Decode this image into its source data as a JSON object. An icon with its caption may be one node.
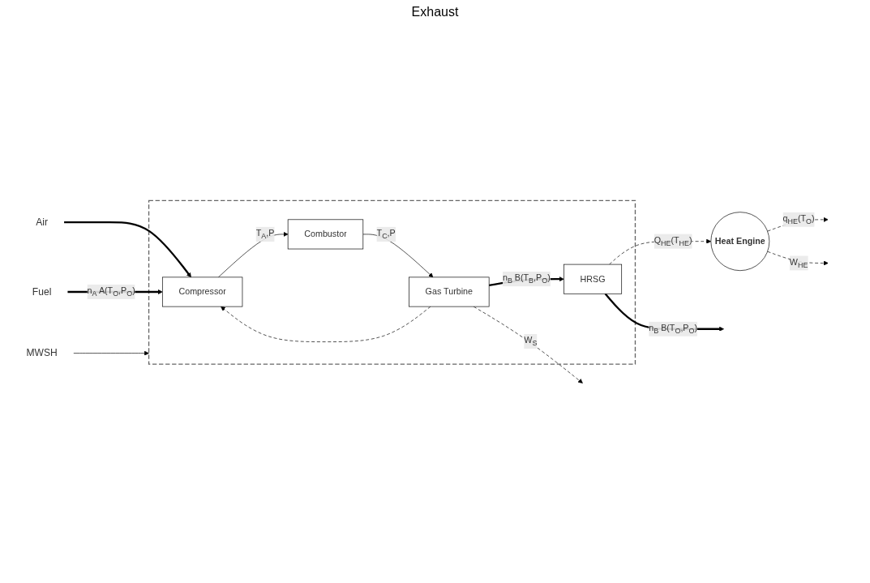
{
  "diagram": {
    "nodes": [
      {
        "text": [
          "MWSH"
        ]
      },
      {
        "text": [],
        "shape": "box"
      },
      {
        "text": [
          "Compressor"
        ],
        "in": 1
      },
      {
        "text": [
          "Combustor"
        ],
        "in": 1
      },
      {
        "text": [
          "Gas Turbine"
        ],
        "in": 1
      },
      {
        "text": [
          "HRSG"
        ],
        "in": 1
      },
      {
        "text": [
          "Heat Engine"
        ]
      },
      {
        "text": [
          "Air"
        ]
      },
      {
        "text": [
          "Fuel"
        ]
      }
    ],
    "edges": [
      {
        "from": 0,
        "to": 1,
        "arrow": "to"
      },
      {
        "from": 7,
        "to": 2,
        "arrow": "to",
        "style": "thick"
      },
      {
        "from": 8,
        "to": 2,
        "arrow": "to",
        "label": "n$_{A}$ A(T$_{O}$,P$_{O}$)",
        "style": "thick"
      },
      {
        "from": 2,
        "to": 3,
        "arrow": "to",
        "label": "T$_{A}$,P"
      },
      {
        "from": 3,
        "to": 4,
        "arrow": "to",
        "label": "T$_{C}$,P"
      },
      {
        "from": 4,
        "to": 5,
        "arrow": "to",
        "label": "n$_{B}$ B(T$_{B}$,P$_{O}$)",
        "style": "thick"
      },
      {
        "from": 5,
        "to": null,
        "arrow": "to",
        "label": "n$_{B}$ B(T$_{O}$,P$_{O}$)",
        "style": "thick"
      },
      {
        "from": 4,
        "to": 2,
        "arrow": "to",
        "style": "dashed"
      },
      {
        "from": 4,
        "to": null,
        "arrow": "to",
        "label": "W$_{S}$",
        "style": "dashed"
      },
      {
        "from": 5,
        "to": 6,
        "arrow": "to",
        "label": "Q$_{HE}$(T$_{HE}$)",
        "style": "dashed"
      },
      {
        "from": 6,
        "to": null,
        "arrow": "to",
        "label": "q$_{HE}$(T$_{O}$)",
        "style": "dashed"
      },
      {
        "from": 6,
        "to": null,
        "arrow": "to",
        "label": "W$_{HE}$",
        "style": "dashed"
      }
    ],
    "labels": [
      "Exhaust"
    ]
  }
}
